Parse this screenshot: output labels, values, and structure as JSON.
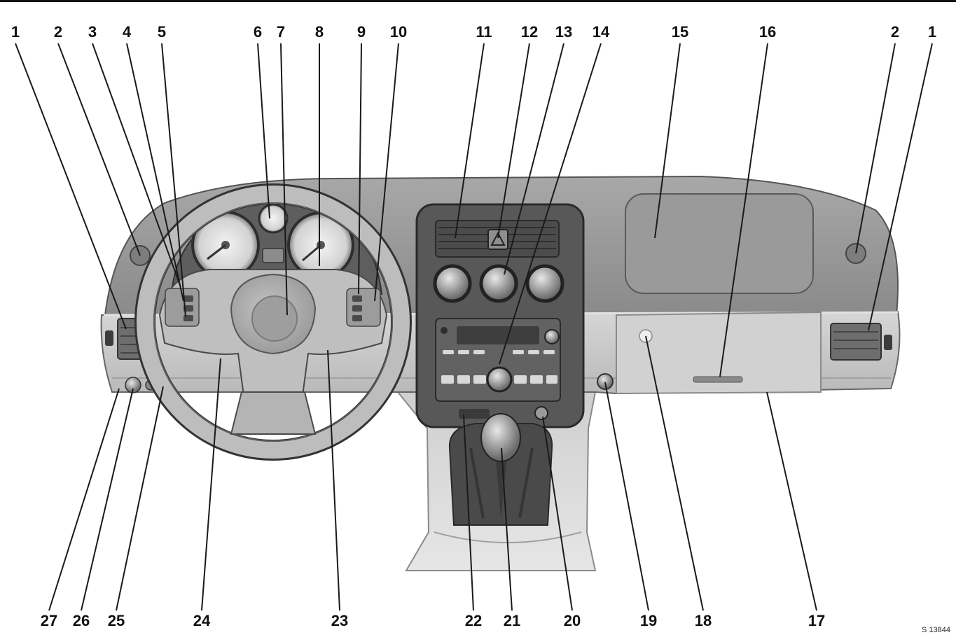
{
  "callouts": {
    "top": [
      "1",
      "2",
      "3",
      "4",
      "5",
      "6",
      "7",
      "8",
      "9",
      "10",
      "11",
      "12",
      "13",
      "14",
      "15",
      "16",
      "2",
      "1"
    ],
    "bottom": [
      "27",
      "26",
      "25",
      "24",
      "23",
      "22",
      "21",
      "20",
      "19",
      "18",
      "17"
    ]
  },
  "reference": "S 13844",
  "colors": {
    "line": "#1a1a1a",
    "dash": "#9a9a9a",
    "dash_dark": "#6e6e6e"
  }
}
